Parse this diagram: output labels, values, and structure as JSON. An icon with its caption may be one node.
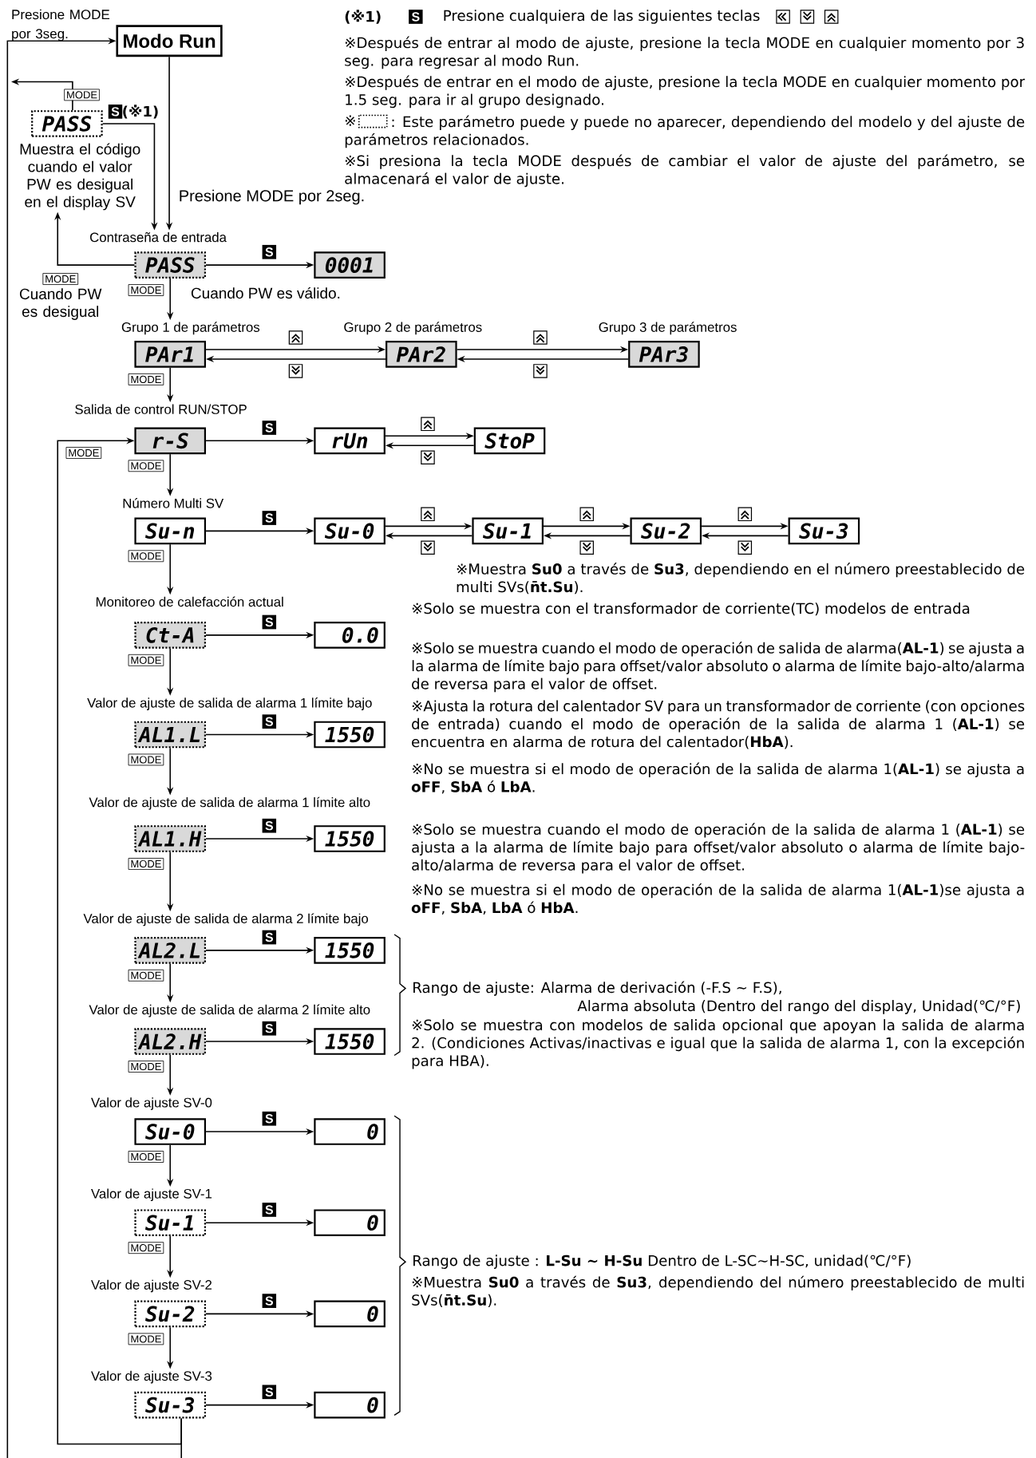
{
  "diagram": {
    "nodes": [
      {
        "text": [
          "Modo Run"
        ]
      },
      {
        "text": [
          "PASS"
        ],
        "beside": [
          "S",
          "(※1)"
        ]
      },
      {
        "text": [
          "Muestra el código cuando el valor PW es desigual en el display SV"
        ]
      },
      {
        "text": [
          "Contraseña de entrada",
          "PASS"
        ]
      },
      {
        "text": [
          "0001"
        ]
      },
      {
        "text": [
          "Grupo 1 de parámetros",
          "PAr1"
        ]
      },
      {
        "text": [
          "Grupo 2 de parámetros",
          "PAr2"
        ]
      },
      {
        "text": [
          "Grupo 3 de parámetros",
          "PAr3"
        ]
      },
      {
        "text": [
          "Salida de control RUN/STOP",
          "r-S"
        ]
      },
      {
        "text": [
          "rUn"
        ]
      },
      {
        "text": [
          "StoP"
        ]
      },
      {
        "text": [
          "Número Multi SV",
          "Su-n"
        ]
      },
      {
        "text": [
          "Su-0"
        ]
      },
      {
        "text": [
          "Su-1"
        ]
      },
      {
        "text": [
          "Su-2"
        ]
      },
      {
        "text": [
          "Su-3"
        ]
      },
      {
        "text": [
          "Monitoreo de calefacción actual",
          "Ct-A"
        ]
      },
      {
        "text": [
          "0.0"
        ]
      },
      {
        "text": [
          "Valor de ajuste de salida de alarma 1 límite bajo",
          "AL1.L"
        ]
      },
      {
        "text": [
          "1550"
        ]
      },
      {
        "text": [
          "Valor de ajuste de salida de alarma 1 límite alto",
          "AL1.H"
        ]
      },
      {
        "text": [
          "1550"
        ]
      },
      {
        "text": [
          "Valor de ajuste de salida de alarma 2 límite bajo",
          "AL2.L"
        ]
      },
      {
        "text": [
          "1550"
        ]
      },
      {
        "text": [
          "Valor de ajuste de salida de alarma 2 límite alto",
          "AL2.H"
        ]
      },
      {
        "text": [
          "1550"
        ]
      },
      {
        "text": [
          "Valor de ajuste SV-0",
          "Su-0"
        ]
      },
      {
        "text": [
          "0"
        ]
      },
      {
        "text": [
          "Valor de ajuste SV-1",
          "Su-1"
        ]
      },
      {
        "text": [
          "0"
        ]
      },
      {
        "text": [
          "Valor de ajuste SV-2",
          "Su-2"
        ]
      },
      {
        "text": [
          "0"
        ]
      },
      {
        "text": [
          "Valor de ajuste SV-3",
          "Su-3"
        ]
      },
      {
        "text": [
          "0"
        ]
      }
    ],
    "edges": [
      {
        "from": null,
        "to": 0,
        "arrow": "to",
        "label": "Presione MODE por 3seg."
      },
      {
        "from": 0,
        "to": 3,
        "arrow": "to",
        "label": "Presione MODE por 2seg."
      },
      {
        "from": 1,
        "to": 3,
        "arrow": "to"
      },
      {
        "from": 1,
        "to": null,
        "arrow": "to",
        "label": "MODE"
      },
      {
        "from": 3,
        "to": 2,
        "arrow": "to",
        "label": "MODE"
      },
      {
        "from": 3,
        "to": 4,
        "arrow": "to",
        "label": "S"
      },
      {
        "from": 3,
        "to": 5,
        "arrow": "to",
        "label": "MODE"
      },
      {
        "from": 5,
        "to": 6,
        "arrow": "to"
      },
      {
        "from": 6,
        "to": 5,
        "arrow": "to"
      },
      {
        "from": 6,
        "to": 7,
        "arrow": "to"
      },
      {
        "from": 7,
        "to": 6,
        "arrow": "to"
      },
      {
        "from": 5,
        "to": 8,
        "arrow": "to",
        "label": "MODE"
      },
      {
        "from": 8,
        "to": 9,
        "arrow": "to",
        "label": "S"
      },
      {
        "from": 9,
        "to": 10,
        "arrow": "to"
      },
      {
        "from": 10,
        "to": 9,
        "arrow": "to"
      },
      {
        "from": 8,
        "to": 11,
        "arrow": "to",
        "label": "MODE"
      },
      {
        "from": 11,
        "to": 12,
        "arrow": "to",
        "label": "S"
      },
      {
        "from": 12,
        "to": 13,
        "arrow": "to"
      },
      {
        "from": 13,
        "to": 12,
        "arrow": "to"
      },
      {
        "from": 13,
        "to": 14,
        "arrow": "to"
      },
      {
        "from": 14,
        "to": 13,
        "arrow": "to"
      },
      {
        "from": 14,
        "to": 15,
        "arrow": "to"
      },
      {
        "from": 15,
        "to": 14,
        "arrow": "to"
      },
      {
        "from": 11,
        "to": 16,
        "arrow": "to",
        "label": "MODE"
      },
      {
        "from": 16,
        "to": 17,
        "arrow": "to",
        "label": "S"
      },
      {
        "from": 16,
        "to": 18,
        "arrow": "to",
        "label": "MODE"
      },
      {
        "from": 18,
        "to": 19,
        "arrow": "to",
        "label": "S"
      },
      {
        "from": 18,
        "to": 20,
        "arrow": "to",
        "label": "MODE"
      },
      {
        "from": 20,
        "to": 21,
        "arrow": "to",
        "label": "S"
      },
      {
        "from": 20,
        "to": 22,
        "arrow": "to",
        "label": "MODE"
      },
      {
        "from": 22,
        "to": 23,
        "arrow": "to",
        "label": "S"
      },
      {
        "from": 22,
        "to": 24,
        "arrow": "to",
        "label": "MODE"
      },
      {
        "from": 24,
        "to": 25,
        "arrow": "to",
        "label": "S"
      },
      {
        "from": 24,
        "to": 26,
        "arrow": "to",
        "label": "MODE"
      },
      {
        "from": 26,
        "to": 27,
        "arrow": "to",
        "label": "S"
      },
      {
        "from": 26,
        "to": 28,
        "arrow": "to",
        "label": "MODE"
      },
      {
        "from": 28,
        "to": 29,
        "arrow": "to",
        "label": "S"
      },
      {
        "from": 28,
        "to": 30,
        "arrow": "to",
        "label": "MODE"
      },
      {
        "from": 30,
        "to": 31,
        "arrow": "to",
        "label": "S"
      },
      {
        "from": 30,
        "to": 32,
        "arrow": "to",
        "label": "MODE"
      },
      {
        "from": 32,
        "to": 33,
        "arrow": "to",
        "label": "S"
      },
      {
        "from": 32,
        "to": null,
        "arrow": "none"
      },
      {
        "from": 32,
        "to": 8,
        "arrow": "to",
        "label": "MODE"
      }
    ],
    "labels": [
      "(※1)",
      "S",
      "Presione cualquiera de las siguientes teclas",
      "※Después de entrar al modo de ajuste, presione la tecla MODE en cualquier momento por 3 seg. para regresar al modo Run.",
      "※Después de entrar en el modo de ajuste, presione la tecla MODE en cualquier momento por 1.5 seg. para ir al grupo designado.",
      "※",
      ": Este parámetro puede y puede no aparecer, dependiendo del modelo y del ajuste de parámetros relacionados.",
      "※Si presiona la tecla MODE después de cambiar el valor de ajuste del parámetro, se almacenará el valor de ajuste.",
      "Cuando PW es desigual",
      "Cuando PW es válido.",
      "※Muestra **Su0** a través de **Su3**, dependiendo en el número preestablecido de multi SVs(**n̄t.Su**).",
      "※Solo se muestra con el transformador de corriente(TC) modelos de entrada",
      "※Solo se muestra cuando el modo de operación de salida de alarma(**AL-1**) se ajusta a la alarma de límite bajo para offset/valor absoluto o alarma de límite bajo-alto/alarma de reversa para el valor de offset.",
      "※Ajusta la rotura del calentador SV para un transformador de corriente (con opciones de entrada) cuando el modo de operación de la salida de alarma 1 (**AL-1**) se encuentra en alarma de rotura del calentador(**HbA**).",
      "※No se muestra si el modo de operación de la salida de alarma 1(**AL-1**) se ajusta a **oFF**, **SbA** ó **LbA**.",
      "※Solo se muestra cuando el modo de operación de la salida de alarma 1 (**AL-1**) se ajusta a la alarma de límite bajo para offset/valor absoluto o alarma de límite bajo-alto/alarma de reversa para el valor de offset.",
      "※No se muestra si el modo de operación de la salida de alarma 1(**AL-1**)se ajusta a **oFF**, **SbA**, **LbA** ó **HbA**.",
      "Rango de ajuste: Alarma de derivación (-F.S ~ F.S),",
      "Alarma absoluta (Dentro del rango del display, Unidad(℃/°F)",
      "※Solo se muestra con modelos de salida opcional que apoyan la salida de alarma 2. (Condiciones Activas/inactivas e igual que la salida de alarma 1, con la excepción para HBA).",
      "Rango de ajuste : **L-Su ~ H-Su** Dentro de L-SC~H-SC, unidad(℃/°F)",
      "※Muestra **Su0** a través de **Su3**, dependiendo del número preestablecido de multi SVs(**n̄t.Su**)."
    ]
  }
}
